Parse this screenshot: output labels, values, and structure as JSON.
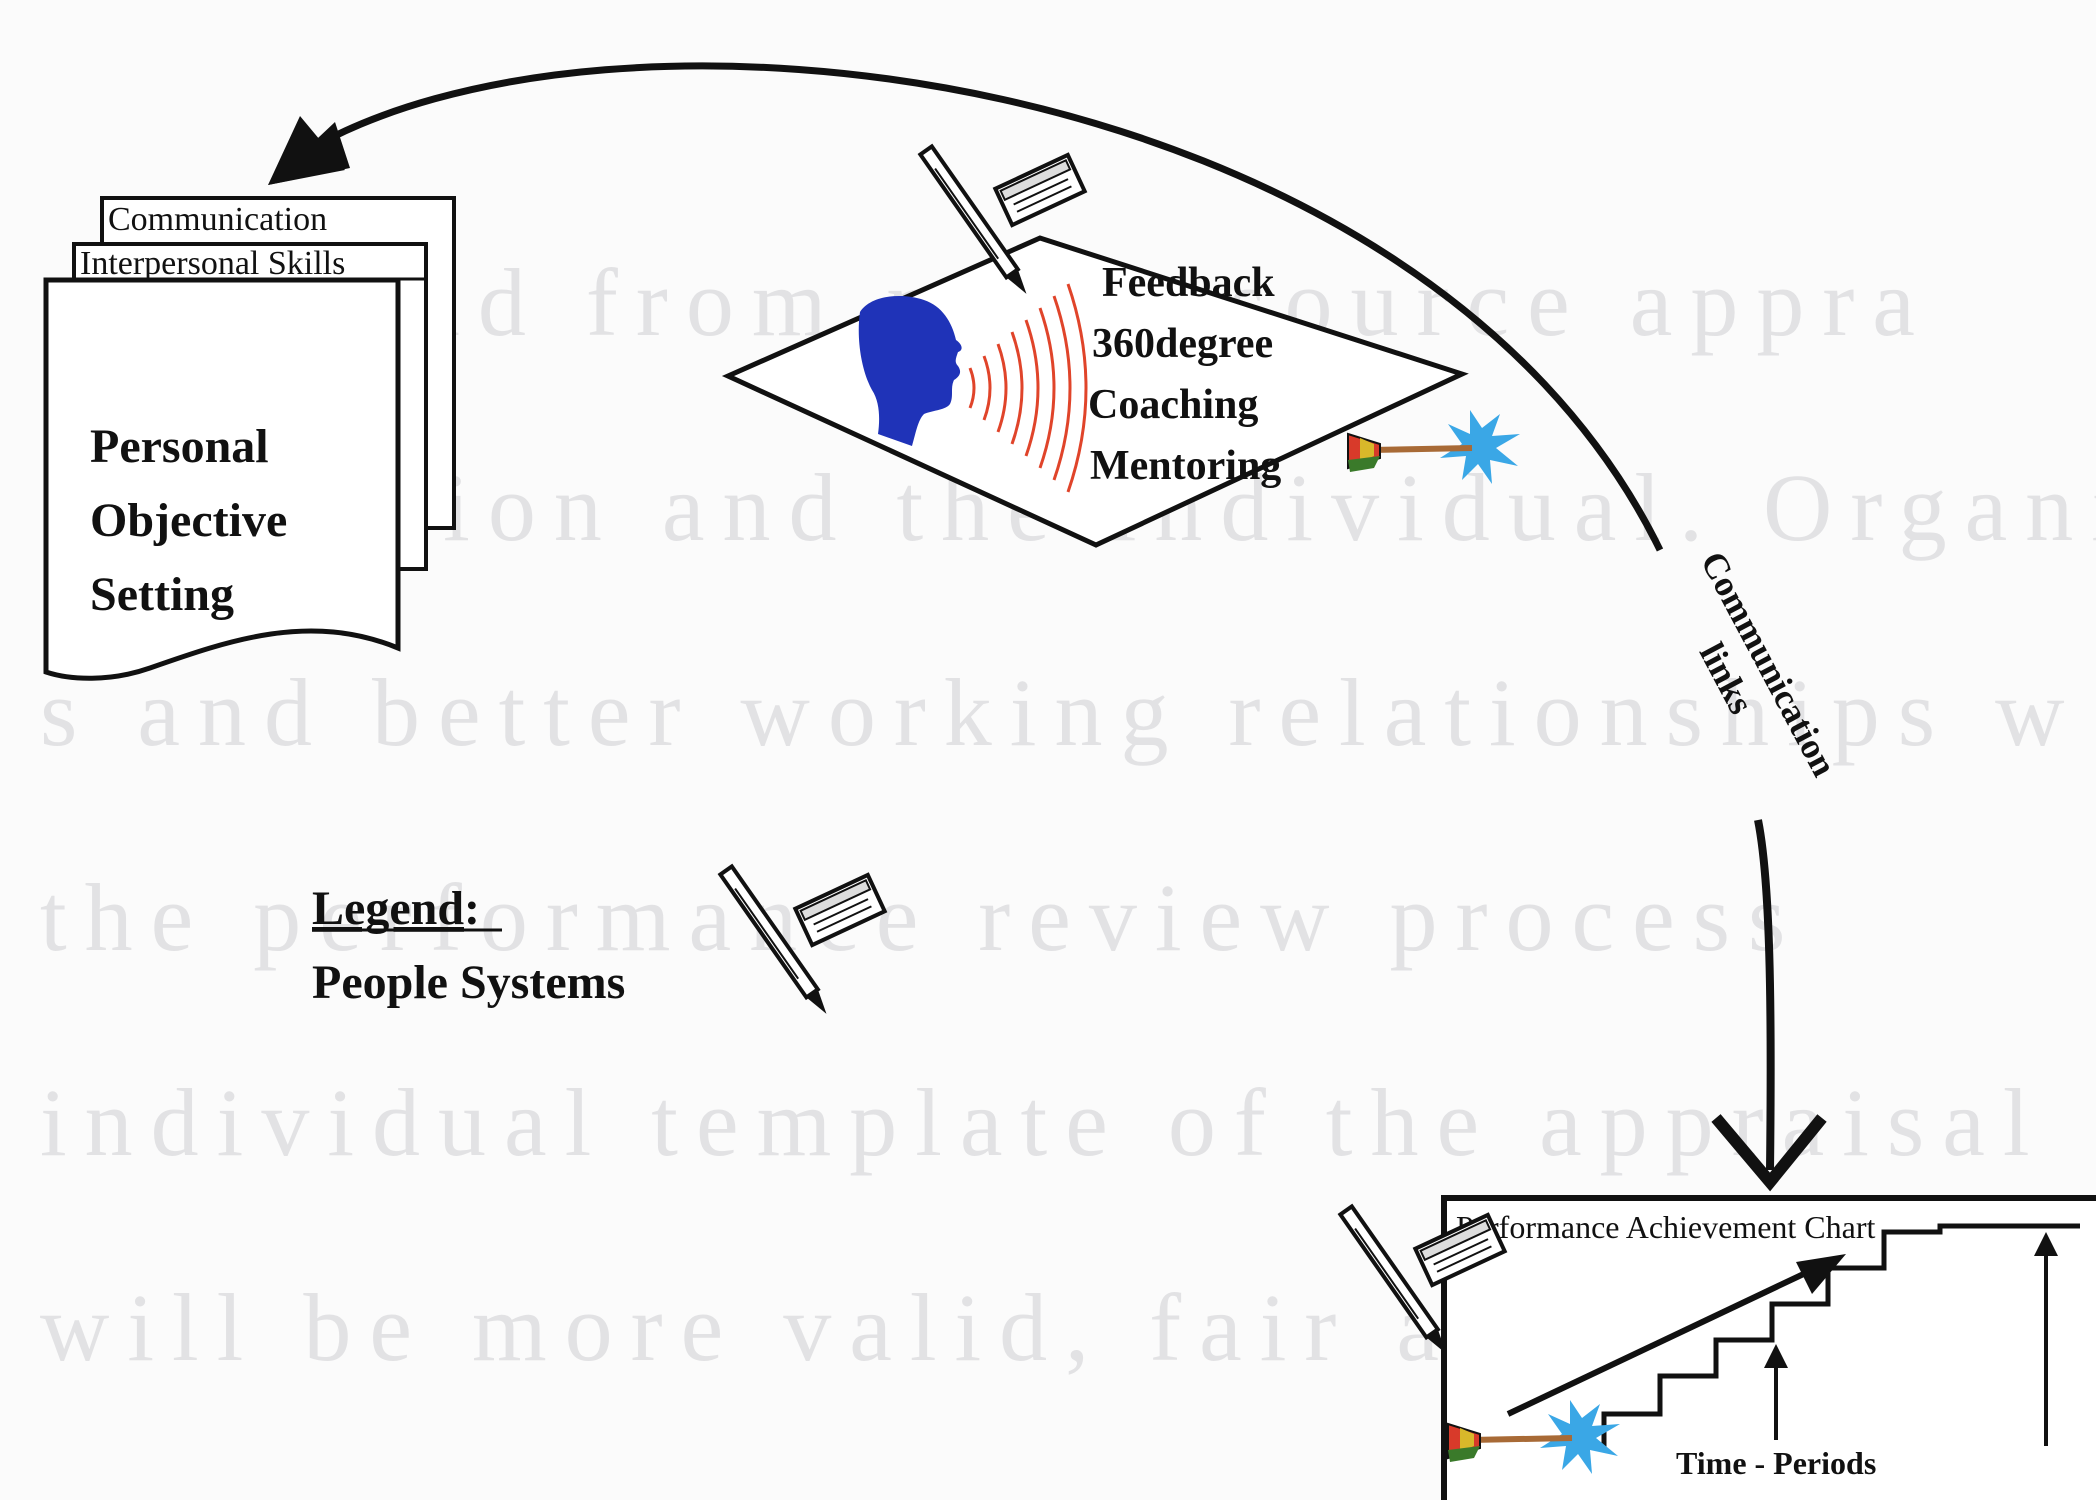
{
  "background_text": [
    "ew found from multi-source appra",
    "ganization and the individual. Organisa",
    "s and better working relationships w",
    "the performance review process",
    "individual template of the appraisal",
    "will be more valid, fair and reliable to"
  ],
  "objective_box": {
    "page_back": "Communication",
    "page_middle": "Interpersonal Skills",
    "page_front_lines": [
      "Personal",
      "Objective",
      "Setting"
    ]
  },
  "feedback_box": {
    "lines": [
      "Feedback",
      "360degree",
      "Coaching",
      "Mentoring"
    ]
  },
  "connector": {
    "label_lines": [
      "Communication",
      "links"
    ]
  },
  "legend": {
    "title": "Legend",
    "title_suffix": ":",
    "entry": "People Systems"
  },
  "chart_box": {
    "title": "Performance Achievement Chart",
    "axis_label": "Time - Periods"
  },
  "colors": {
    "head": "#1f33b8",
    "sound_waves": "#e0442a",
    "dart_splash": "#3aa7e6",
    "ink": "#111111"
  },
  "icons": {
    "pen_notepad": "pen-notepad-icon",
    "head": "head-silhouette-icon",
    "dart": "dart-icon"
  }
}
